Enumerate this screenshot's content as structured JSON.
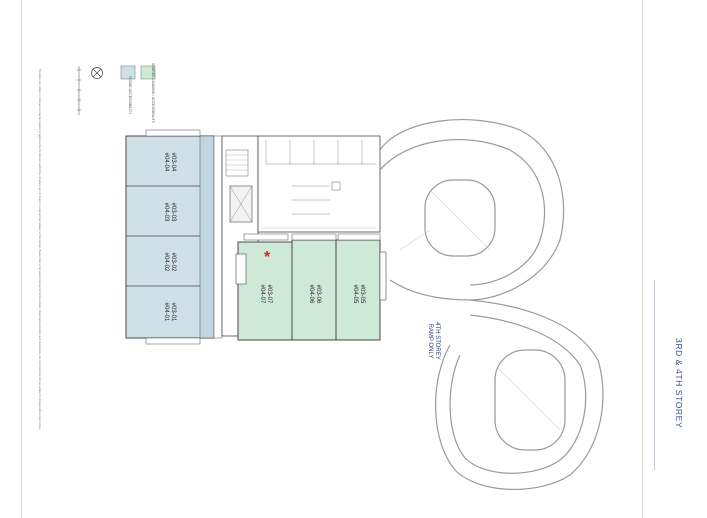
{
  "title": "3RD & 4TH STOREY",
  "legend": {
    "items": [
      {
        "label": "CLEAR ACCESSIBILITY",
        "color": "#cfe0e6"
      },
      {
        "label": "SHARED LOADING / ACCESSIBILITY",
        "color": "#cfe9d8"
      }
    ]
  },
  "notes": "The plans are subject to changes as may be required or approved by the relevant authorities. All plans are not drawn to scale and are subject to final survey. Please refer to the sales brochure for further details. Visual representations and descriptions are only indicative and are subject to change without prior notice.",
  "units": [
    {
      "line1": "#03-04",
      "line2": "#04-04"
    },
    {
      "line1": "#03-03",
      "line2": "#04-03"
    },
    {
      "line1": "#03-02",
      "line2": "#04-02"
    },
    {
      "line1": "#03-01",
      "line2": "#04-01"
    },
    {
      "line1": "#03-07",
      "line2": "#04-07"
    },
    {
      "line1": "#03-06",
      "line2": "#04-06"
    },
    {
      "line1": "#03-05",
      "line2": "#04-05"
    }
  ],
  "ramp_label": {
    "line1": "4TH STOREY",
    "line2": "RAMP ONLY"
  },
  "highlight_marker": "*",
  "colors": {
    "blue_unit": "#cfe0e6",
    "green_unit": "#cfe9d8",
    "wall": "#4a4a4a",
    "ramp_line": "#9a9a9a",
    "title": "#3d4a8c",
    "marker": "#e0211b"
  }
}
